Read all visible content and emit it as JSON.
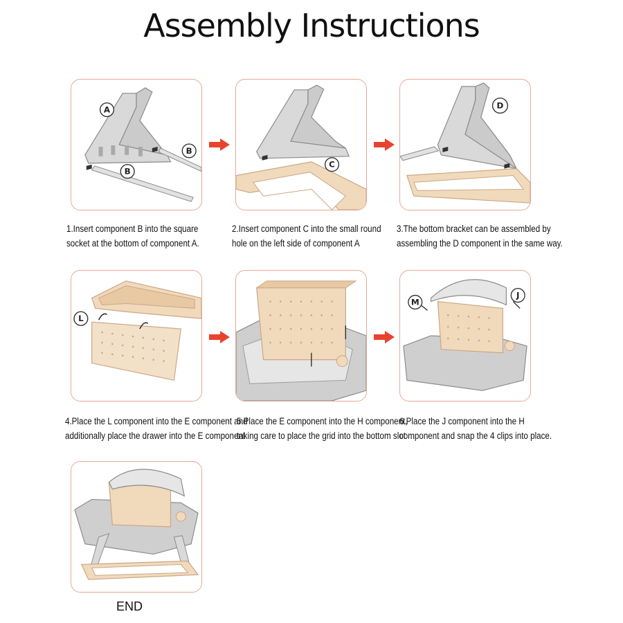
{
  "title": "Assembly Instructions",
  "steps": [
    {
      "lines": [
        "1.Insert component B into the square",
        "socket at the bottom of component A."
      ],
      "labels": [
        "A",
        "B",
        "B"
      ]
    },
    {
      "lines": [
        "2.Insert component C into the small round",
        "hole on the left side of component A"
      ],
      "labels": [
        "C"
      ]
    },
    {
      "lines": [
        "3.The bottom bracket can be assembled by",
        "assembling the D component in the same way."
      ],
      "labels": [
        "D"
      ]
    },
    {
      "lines": [
        "4.Place the L component into the E component and",
        "additionally place the drawer into the E component"
      ],
      "labels": [
        "L"
      ]
    },
    {
      "lines": [
        "5.Place the E component into the H component,",
        "taking care to place the grid into the bottom slot"
      ],
      "labels": []
    },
    {
      "lines": [
        "6.Place the J component into the H",
        "component and snap the 4 clips into place."
      ],
      "labels": [
        "M",
        "J"
      ]
    }
  ],
  "end_label": "END",
  "colors": {
    "panel_border": "#e7a994",
    "arrow": "#e8432f",
    "frame": "#c9c9c9",
    "beige": "#f1d9bc",
    "basin": "#cfcfcf"
  }
}
